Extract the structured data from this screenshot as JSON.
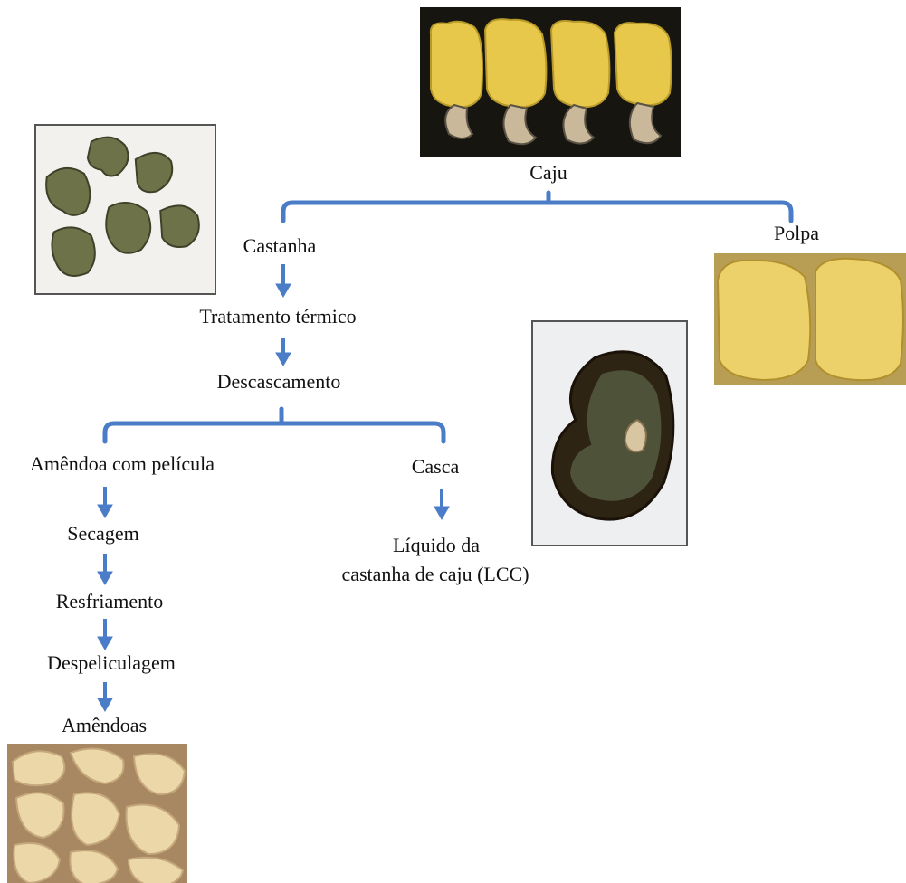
{
  "diagram": {
    "root": "Caju",
    "polpa": "Polpa",
    "castanha": "Castanha",
    "tratamento": "Tratamento térmico",
    "descascamento": "Descascamento",
    "amendoa_pelicula": "Amêndoa com película",
    "casca": "Casca",
    "secagem": "Secagem",
    "resfriamento": "Resfriamento",
    "despeliculagem": "Despeliculagem",
    "amendoas": "Amêndoas",
    "lcc_line1": "Líquido da",
    "lcc_line2": "castanha de caju (LCC)"
  },
  "colors": {
    "connector": "#4a7cc7",
    "apple_yellow": "#e8c84a",
    "nut_green": "#6e7249",
    "kernel": "#ecd7a8",
    "shell": "#2e2414"
  }
}
